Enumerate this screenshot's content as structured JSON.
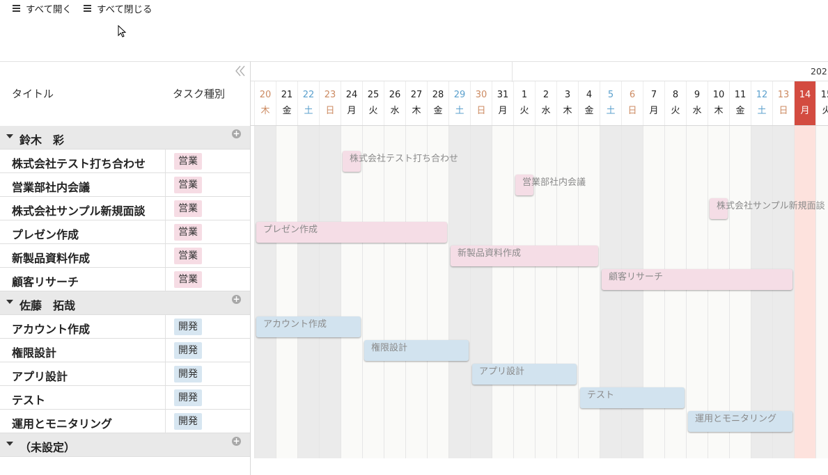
{
  "toolbar": {
    "expand_all": "すべて開く",
    "collapse_all": "すべて閉じる"
  },
  "left_header": {
    "title_col": "タイトル",
    "type_col": "タスク種別"
  },
  "groups": [
    {
      "name": "鈴木　彩",
      "add": "+"
    },
    {
      "name": "佐藤　拓哉",
      "add": "+"
    },
    {
      "name": "（未設定）",
      "add": "+"
    }
  ],
  "tasks": [
    {
      "title": "株式会社テスト打ち合わせ",
      "type": "営業"
    },
    {
      "title": "営業部社内会議",
      "type": "営業"
    },
    {
      "title": "株式会社サンプル新規面談",
      "type": "営業"
    },
    {
      "title": "プレゼン作成",
      "type": "営業"
    },
    {
      "title": "新製品資料作成",
      "type": "営業"
    },
    {
      "title": "顧客リサーチ",
      "type": "営業"
    },
    {
      "title": "アカウント作成",
      "type": "開発"
    },
    {
      "title": "権限設計",
      "type": "開発"
    },
    {
      "title": "アプリ設計",
      "type": "開発"
    },
    {
      "title": "テスト",
      "type": "開発"
    },
    {
      "title": "運用とモニタリング",
      "type": "開発"
    }
  ],
  "timeline": {
    "year_label": "202",
    "days": [
      {
        "d": "20",
        "w": "木",
        "k": "sun"
      },
      {
        "d": "21",
        "w": "金",
        "k": ""
      },
      {
        "d": "22",
        "w": "土",
        "k": "sat"
      },
      {
        "d": "23",
        "w": "日",
        "k": "sun"
      },
      {
        "d": "24",
        "w": "月",
        "k": ""
      },
      {
        "d": "25",
        "w": "火",
        "k": ""
      },
      {
        "d": "26",
        "w": "水",
        "k": ""
      },
      {
        "d": "27",
        "w": "木",
        "k": ""
      },
      {
        "d": "28",
        "w": "金",
        "k": ""
      },
      {
        "d": "29",
        "w": "土",
        "k": "sat"
      },
      {
        "d": "30",
        "w": "日",
        "k": "sun"
      },
      {
        "d": "31",
        "w": "月",
        "k": ""
      },
      {
        "d": "1",
        "w": "火",
        "k": ""
      },
      {
        "d": "2",
        "w": "水",
        "k": ""
      },
      {
        "d": "3",
        "w": "木",
        "k": ""
      },
      {
        "d": "4",
        "w": "金",
        "k": ""
      },
      {
        "d": "5",
        "w": "土",
        "k": "sat"
      },
      {
        "d": "6",
        "w": "日",
        "k": "sun"
      },
      {
        "d": "7",
        "w": "月",
        "k": ""
      },
      {
        "d": "8",
        "w": "火",
        "k": ""
      },
      {
        "d": "9",
        "w": "水",
        "k": ""
      },
      {
        "d": "10",
        "w": "木",
        "k": ""
      },
      {
        "d": "11",
        "w": "金",
        "k": ""
      },
      {
        "d": "12",
        "w": "土",
        "k": "sat"
      },
      {
        "d": "13",
        "w": "日",
        "k": "sun"
      },
      {
        "d": "14",
        "w": "月",
        "k": "today"
      },
      {
        "d": "15",
        "w": "火",
        "k": ""
      }
    ],
    "bars": [
      {
        "label": "株式会社テスト打ち合わせ",
        "start": 4,
        "end": 4,
        "cat": "sales"
      },
      {
        "label": "営業部社内会議",
        "start": 12,
        "end": 12,
        "cat": "sales"
      },
      {
        "label": "株式会社サンプル新規面談",
        "start": 21,
        "end": 21,
        "cat": "sales"
      },
      {
        "label": "プレゼン作成",
        "start": 0,
        "end": 8,
        "cat": "sales"
      },
      {
        "label": "新製品資料作成",
        "start": 9,
        "end": 15,
        "cat": "sales"
      },
      {
        "label": "顧客リサーチ",
        "start": 16,
        "end": 24,
        "cat": "sales"
      },
      {
        "label": "アカウント作成",
        "start": 0,
        "end": 4,
        "cat": "dev"
      },
      {
        "label": "権限設計",
        "start": 5,
        "end": 9,
        "cat": "dev"
      },
      {
        "label": "アプリ設計",
        "start": 10,
        "end": 14,
        "cat": "dev"
      },
      {
        "label": "テスト",
        "start": 15,
        "end": 19,
        "cat": "dev"
      },
      {
        "label": "運用とモニタリング",
        "start": 20,
        "end": 24,
        "cat": "dev"
      }
    ]
  },
  "colors": {
    "sales": "#f6dce4",
    "dev": "#d7e6f1",
    "today": "#d34b40",
    "saturday": "#5ba0cd",
    "sunday": "#cc8a61"
  }
}
